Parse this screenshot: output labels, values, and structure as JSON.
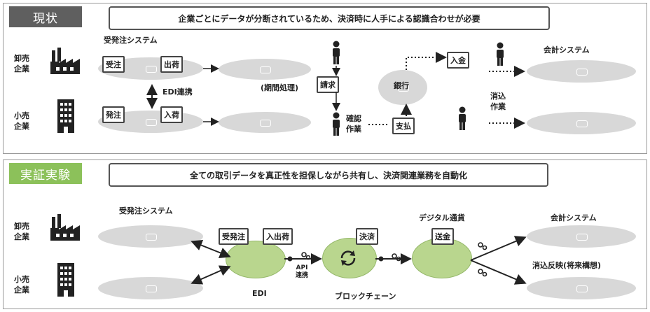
{
  "top": {
    "tag": "現状",
    "banner": "企業ごとにデータが分断されているため、決済時に人手による認識合わせが必要",
    "wholesale": "卸売\n企業",
    "retail": "小売\n企業",
    "order_system": "受発注システム",
    "receive_order": "受注",
    "ship": "出荷",
    "edi_link": "EDI連携",
    "place_order": "発注",
    "arrival": "入荷",
    "period": "(期間処理)",
    "invoice": "請求",
    "confirm": "確認\n作業",
    "bank": "銀行",
    "deposit": "入金",
    "payment": "支払",
    "reconcile": "消込\n作業",
    "accounting": "会計システム"
  },
  "bottom": {
    "tag": "実証実験",
    "banner": "全ての取引データを真正性を担保しながら共有し、決済関連業務を自動化",
    "wholesale": "卸売\n企業",
    "retail": "小売\n企業",
    "order_system": "受発注システム",
    "order": "受発注",
    "inout": "入出荷",
    "api": "API\n連携",
    "edi": "EDI",
    "settlement": "決済",
    "digital_currency": "デジタル通貨",
    "remit": "送金",
    "blockchain": "ブロックチェーン",
    "accounting": "会計システム",
    "reflect": "消込反映(将来構想)"
  },
  "colors": {
    "tag_top": "#5f5f5f",
    "tag_bottom": "#8cc15a",
    "edi_green": "#b9d68e"
  },
  "icons": [
    "factory-icon",
    "building-icon",
    "person-icon",
    "sync-icon",
    "gear-link-icon"
  ]
}
